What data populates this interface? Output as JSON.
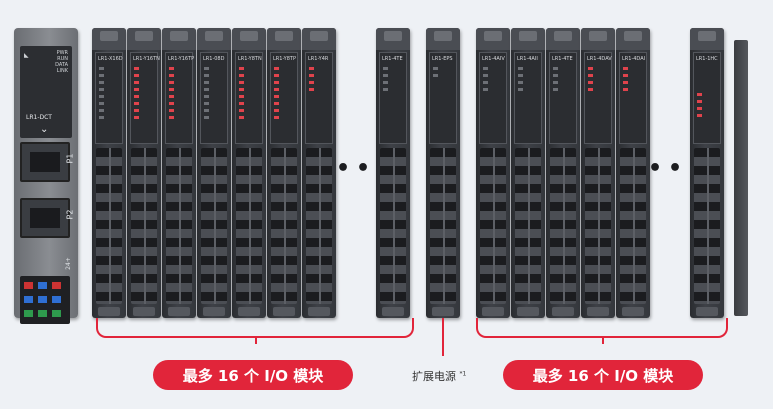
{
  "coupler": {
    "name": "LR1-DCT",
    "leds": [
      "PWR",
      "RUN",
      "DATA",
      "LINK"
    ],
    "port1": "P1",
    "port2": "P2",
    "power_label": "24+"
  },
  "modules_left": [
    "LR1-X16D",
    "LR1-Y16TN",
    "LR1-Y16TP",
    "LR1-08D",
    "LR1-Y8TN",
    "LR1-Y8TP",
    "LR1-Y4R",
    "LR1-4TE"
  ],
  "expansion_power": "LR1-EPS",
  "modules_right": [
    "LR1-4AIV",
    "LR1-4AII",
    "LR1-4TE",
    "LR1-4DAV",
    "LR1-4DAI",
    "LR1-1HC"
  ],
  "labels": {
    "group_left": "最多 16 个 I/O 模块",
    "expansion": "扩展电源",
    "expansion_note": "*1",
    "group_right": "最多 16 个 I/O 模块"
  },
  "colors": {
    "accent": "#e1253a",
    "background": "#eef1f5"
  }
}
